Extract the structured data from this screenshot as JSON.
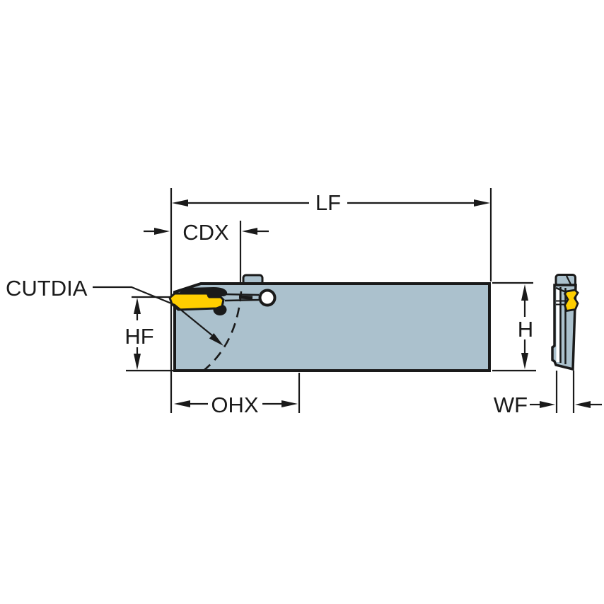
{
  "drawing": {
    "title": "tool-holder-dimension-drawing",
    "views": {
      "front": "tool holder body with insert, front view",
      "side": "tool holder blade, side profile view"
    },
    "labels": {
      "lf": "LF",
      "cdx": "CDX",
      "cutdia": "CUTDIA",
      "hf": "HF",
      "h": "H",
      "ohx": "OHX",
      "wf": "WF"
    },
    "colors": {
      "line": "#1a1a1a",
      "body-fill": "#abc1cd",
      "insert-fill": "#ffce00",
      "background": "#ffffff"
    }
  }
}
